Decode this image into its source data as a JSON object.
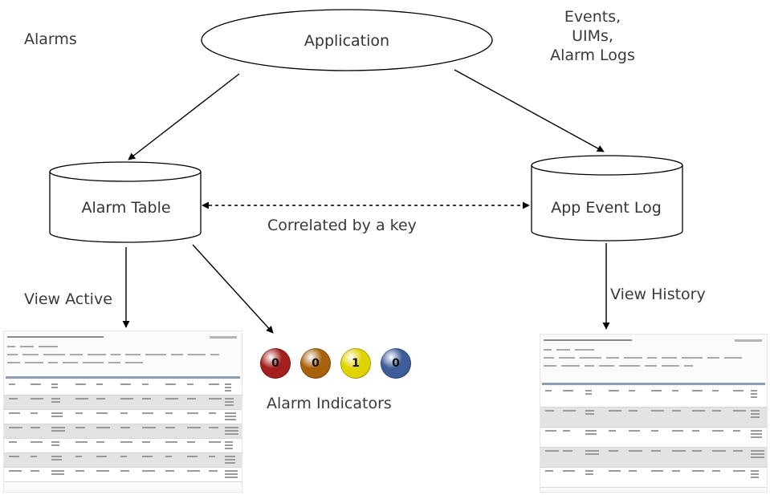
{
  "labels": {
    "alarms": "Alarms",
    "events": [
      "Events,",
      "UIMs,",
      "Alarm Logs"
    ],
    "correlated": "Correlated by a key",
    "view_active": "View Active",
    "view_history": "View History",
    "alarm_indicators": "Alarm Indicators"
  },
  "nodes": {
    "application": "Application",
    "alarm_table": "Alarm Table",
    "app_event_log": "App Event Log"
  },
  "indicators": [
    {
      "value": "0",
      "color": "#a3201c"
    },
    {
      "value": "0",
      "color": "#a8620c"
    },
    {
      "value": "1",
      "color": "#e0d400"
    },
    {
      "value": "0",
      "color": "#3d5c9a"
    }
  ],
  "colors": {
    "line": "#000000",
    "text": "#333333",
    "table_header": "#8f9db0",
    "table_row_alt": "#e3e3e3"
  }
}
